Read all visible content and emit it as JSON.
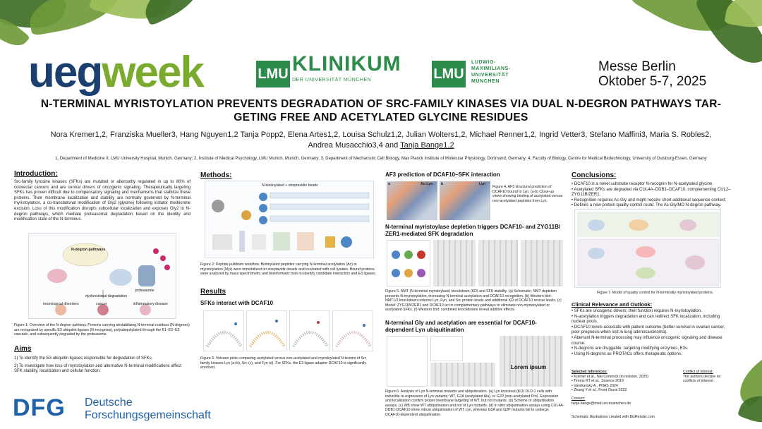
{
  "header": {
    "ueg_part1": "ueg",
    "ueg_part2": "week",
    "lmu1": "LMU",
    "klinikum": "KLINIKUM",
    "klinikum_sub": "DER UNIVERSITÄT MÜNCHEN",
    "lmu2": "LMU",
    "lmu2_lines": [
      "LUDWIG-",
      "MAXIMILIANS-",
      "UNIVERSITÄT",
      "MÜNCHEN"
    ],
    "venue_line1": "Messe Berlin",
    "venue_line2": "Oktober 5-7, 2025"
  },
  "title": "N-TERMINAL MYRISTOYLATION PREVENTS DEGRADATION OF SRC-FAMILY KINASES VIA DUAL N-DEGRON PATHWAYS TAR-GETING FREE AND ACETYLATED GLYCINE RESIDUES",
  "authors_line1": "Nora Kremer1,2, Franziska Mueller3, Hang Nguyen1,2 Tanja Popp2, Elena Artes1,2, Louisa Schulz1,2, Julian Wolters1,2, Michael Renner1,2, Ingrid Vetter3, Stefano Maffini3, Maria S. Robles2,",
  "authors_line2_a": "Andrea Musacchio3,4 and ",
  "authors_line2_b": "Tanja Bange1,2",
  "affiliations": "1, Department of Medicine II, LMU University Hospital, Munich, Germany; 2, Institute of Medical Psychology, LMU Munich, Munich, Germany; 3, Department of Mechanistic Cell Biology, Max Planck Institute of Molecular Physiology, Dortmund, Germany; 4, Faculty of Biology, Centre for Medical Biotechnology, University of Duisburg-Essen, Germany",
  "introduction": {
    "heading": "Introduction:",
    "text": "Src-family tyrosine kinases (SFKs) are mutated or aberrantly regulated in up to 80% of colorectal cancers and are central drivers of oncogenic signaling. Therapeutically targeting SFKs has proven difficult due to compensatory signaling and mechanisms that stabilize these proteins. Their membrane localization and stability are normally governed by N-terminal myristoylation, a co-translational modification of Gly2 (glycine) following initiator methionine excision. Loss of this modification disrupts subcellular localization and exposes Gly2 to N-degron pathways, which mediate proteasomal degradation based on the identity and modification state of the N-terminus.",
    "fig_labels": {
      "npath": "N-degron pathways",
      "proteasome": "proteasome",
      "dysfunctional": "dysfunctional degradation",
      "neuro": "neurological disorders",
      "cancer": "cancer",
      "inflam": "inflammatory disease"
    },
    "caption": "Figure 1: Overview of the N-degron pathway. Proteins carrying destabilizing N-terminal residues (N-degrons) are recognized by specific E3 ubiquitin ligases (N-recognins), polyubiquitylated through the E1–E2–E3 cascade, and subsequently degraded by the proteasome."
  },
  "aims": {
    "heading": "Aims",
    "item1": "1)  To identify the E3 ubiquitin ligases responsible for degradation of SFKs.",
    "item2": "2)  To investigate how loss of myristoylation and alternative N-terminal modifications affect SFK stability, localization and cellular function."
  },
  "methods": {
    "heading": "Methods:",
    "bead_label": "N-biotinylated + streptavidin beads",
    "caption": "Figure 2: Peptide pulldown workflow. Biotinylated peptides carrying N-terminal acetylation (Ac) or myristoylation (Myr) were immobilized on streptavidin beads and incubated with cell lysates. Bound proteins were analyzed by mass spectrometry and bioinformatic tools to identify candidate interactors and E3 ligases."
  },
  "results": {
    "heading": "Results",
    "sub1": "SFKs interact with DCAF10",
    "caption3": "Figure 3. Volcano plots comparing acetylated versus non-acetylated and myristoylated N-termini of Src family kinases Lyn (a+b), Src (c), and Fyn (d). For SFKs, the E3 ligase adaptor DCAF10 is significantly enriched."
  },
  "af3": {
    "heading": "AF3 prediction of DCAF10–SFK interaction",
    "label_a": "a",
    "label_ac": "Ac-Lyn",
    "label_b": "b",
    "label_lyn": "Lyn",
    "caption4": "Figure 4. AF3 structural prediction of DCAF10 bound to Lyn. (a-b) Close-up views showing binding of acetylated versus non-acetylated peptides from Lyn."
  },
  "nmt": {
    "heading": "N-terminal myristoylase depletion triggers DCAF10- and ZYG11B/ ZER1-mediated SFK degradation",
    "caption5": "Figure 5. NMT (N-terminal myristoylase) knockdown (KD) and SFK stability. (a) Schematic: NMT depletion prevents N-myristoylation, increasing N-terminal acetylation and DCAF10 recognition. (b) Western blot: NMT1/2 knockdown reduces Lyn, Fyn, and Src protein levels and additional KD of DCAF10 rescue levels. (c) Model: ZYG11B/ZER1 and DCAF10 act in complementary pathways to eliminate non-myristoylated or acetylated SFKs. (f) Western blot: combined knockdowns reveal additive effects."
  },
  "gly": {
    "heading": "N-terminal Gly and acetylation are essential for DCAF10-dependent Lyn ubiquitination",
    "lorem": "Lorem ipsum",
    "caption6": "Figure 6. Analysis of Lyn N-terminal mutants and ubiquitination. (a) Lyn knockout (KO) DLD-1 cells with inducible re-expression of Lyn variants: WT, G2A (acetylated Ala), or G2P (non-acetylated Pro). Expression and localization confirm proper membrane targeting of WT, but not mutants. (b) Scheme of ubiquitination assays. (c) WB show WT ubiquitination and not of Lyn mutants. (d) In vitro ubiquitination assays using CUL4A-DDB1-DCAF10 show robust ubiquitination of WT Lyn, whereas G2A and G2P mutants fail to undergo DCAF10-dependent ubiquitination."
  },
  "conclusions": {
    "heading": "Conclusions:",
    "items": [
      "DCAF10 is a novel substrate receptor N-recognin for N-acetylated glycine.",
      "Acetylated SFKs are degraded via CUL4A–DDB1–DCAF10, complementing CUL2–ZYG11B/ZER1.",
      "Recognition requires Ac-Gly and might require short additional sequence context.",
      "Defines a new protein quality control route: The Ac-Gly/MO N-degron pathway."
    ],
    "caption7": "Figure 7. Model of quality control for N-terminally myristoylated proteins."
  },
  "clinical": {
    "heading": "Clinical Relevance and Outlook:",
    "items": [
      "SFKs are oncogenic drivers; their function requires N-myristoylation.",
      "N-acetylation triggers degradation and can redirect SFK localization, including nuclear pools.",
      "DCAF10 levels associate with patient outcome (better survival in ovarian cancer; poor prognosis when lost in lung adenocarcinoma).",
      "Aberrant N-terminal processing may influence oncogenic signaling and disease course.",
      "N-degrons are druggable: targeting modifying enzymes, E3s.",
      "Using N-degrons as PROTACs offers therapeutic options."
    ]
  },
  "references": {
    "heading": "Selected references:",
    "items": [
      "Kremer et al., Nat Commun (in revision, 2025)",
      "Timms RT et al., Science 2019",
      "Varshavsky A., PNAS 2024",
      "Zhang Y et al., Front Oncol 2022"
    ],
    "coi_heading": "Conflict of interest:",
    "coi_text": "The authors declare no conflicts of interest",
    "contact_heading": "Contact:",
    "contact": "tanja.bange@med.uni-muenchen.de",
    "biorender": "Schematic illustrations created with BioRender.com"
  },
  "dfg": {
    "logo": "DFG",
    "line1": "Deutsche",
    "line2": "Forschungsgemeinschaft"
  },
  "colors": {
    "green": "#7aab2f",
    "navy": "#1b3f6e",
    "lmu_green": "#2c8a4a",
    "dfg_blue": "#1f62a8"
  }
}
